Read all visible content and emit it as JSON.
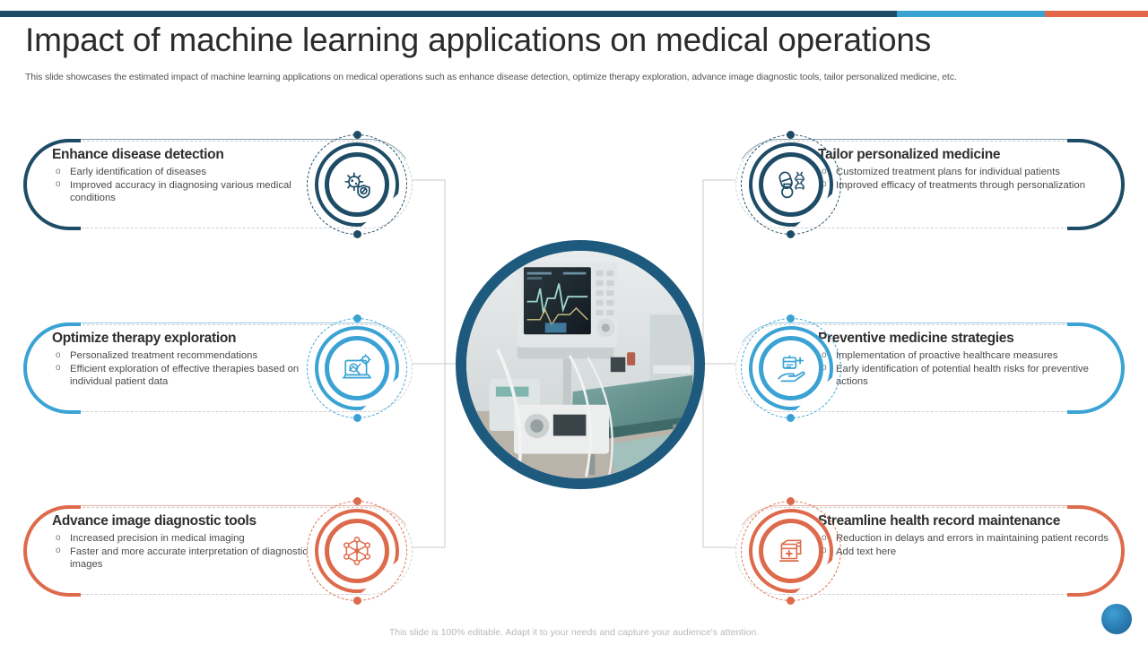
{
  "header": {
    "title": "Impact of machine learning applications on medical operations",
    "subtitle": "This slide showcases the estimated impact of machine learning applications on medical operations such as enhance disease detection, optimize therapy exploration, advance image diagnostic tools, tailor personalized medicine, etc."
  },
  "topbar": {
    "segment_navy": "#1e4c66",
    "segment_blue": "#3aa3d4",
    "segment_orange": "#e2674a"
  },
  "colors": {
    "navy": "#1e4c66",
    "blue": "#3aa3d4",
    "orange": "#de6a4c",
    "title_text": "#2b2b2b",
    "body_text": "#4a4a4a"
  },
  "cards": {
    "left": [
      {
        "title": "Enhance disease detection",
        "accent": "#1e4c66",
        "icon": "virus-shield-icon",
        "bullets": [
          "Early identification of diseases",
          "Improved  accuracy in diagnosing various  medical conditions"
        ]
      },
      {
        "title": "Optimize therapy exploration",
        "accent": "#3aa3d4",
        "icon": "screen-analysis-icon",
        "bullets": [
          "Personalized treatment recommendations",
          "Efficient  exploration  of effective  therapies  based on individual  patient data"
        ]
      },
      {
        "title": "Advance image diagnostic tools",
        "accent": "#de6a4c",
        "icon": "network-nodes-icon",
        "bullets": [
          "Increased  precision  in medical imaging",
          "Faster and  more  accurate interpretation  of diagnostic images"
        ]
      }
    ],
    "right": [
      {
        "title": "Tailor personalized medicine",
        "accent": "#1e4c66",
        "icon": "pill-dna-icon",
        "bullets": [
          "Customized treatment plans for individual patients",
          "Improved  efficacy of treatments through personalization"
        ]
      },
      {
        "title": "Preventive medicine strategies",
        "accent": "#3aa3d4",
        "icon": "hand-care-icon",
        "bullets": [
          "Implementation  of proactive  healthcare  measures",
          "Early identification of potential health risks for preventive  actions"
        ]
      },
      {
        "title": "Streamline health record maintenance",
        "accent": "#de6a4c",
        "icon": "medical-records-icon",
        "bullets": [
          "Reduction in delays and  errors in maintaining patient records",
          "Add text here"
        ]
      }
    ]
  },
  "center": {
    "image_alt": "hospital-icu-patient-monitor-photo"
  },
  "footer": {
    "note": "This slide is 100% editable. Adapt it to your needs and capture your audience's attention."
  }
}
